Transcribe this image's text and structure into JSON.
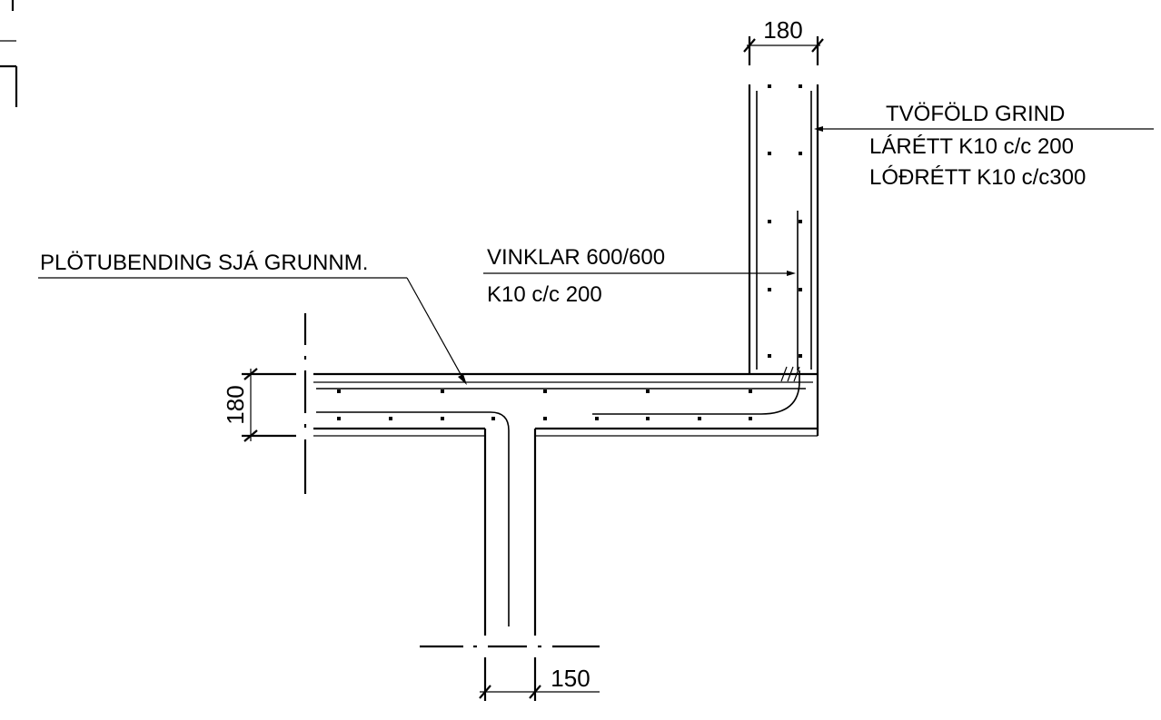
{
  "annotations": {
    "top_dim": "180",
    "left_dim": "180",
    "bottom_dim": "150",
    "wall_reinf_title": "TVÖFÖLD GRIND",
    "wall_reinf_horizontal": "LÁRÉTT K10 c/c 200",
    "wall_reinf_vertical": "LÓÐRÉTT K10 c/c300",
    "slab_label": "PLÖTUBENDING SJÁ GRUNNM.",
    "corner_bars_title": "VINKLAR 600/600",
    "corner_bars_spacing": "K10 c/c 200"
  },
  "colors": {
    "ink": "#000000",
    "paper": "#ffffff"
  }
}
